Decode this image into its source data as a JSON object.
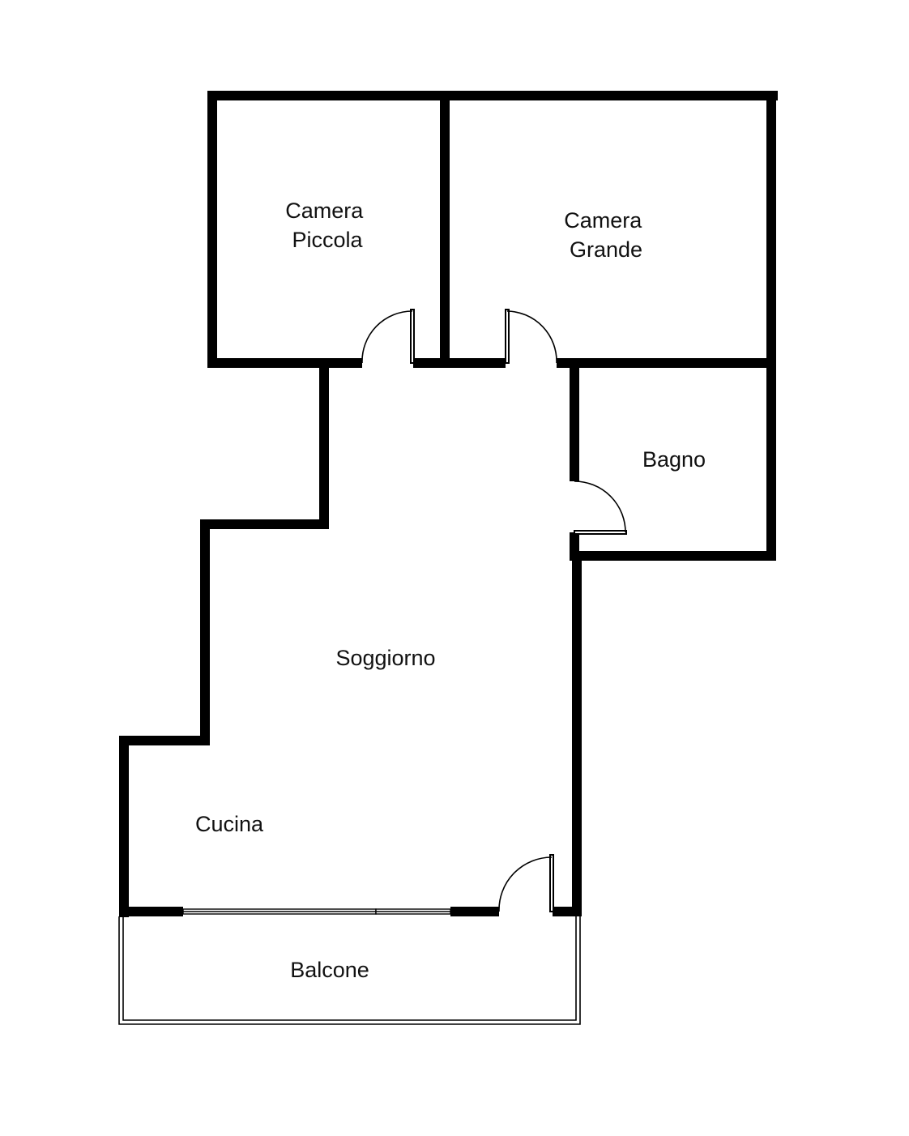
{
  "plan": {
    "rooms": {
      "camera_piccola": [
        "Camera",
        "Piccola"
      ],
      "camera_grande": [
        "Camera",
        "Grande"
      ],
      "bagno": "Bagno",
      "soggiorno": "Soggiorno",
      "cucina": "Cucina",
      "balcone": "Balcone"
    },
    "wall_color": "#000000",
    "background_color": "#ffffff"
  }
}
